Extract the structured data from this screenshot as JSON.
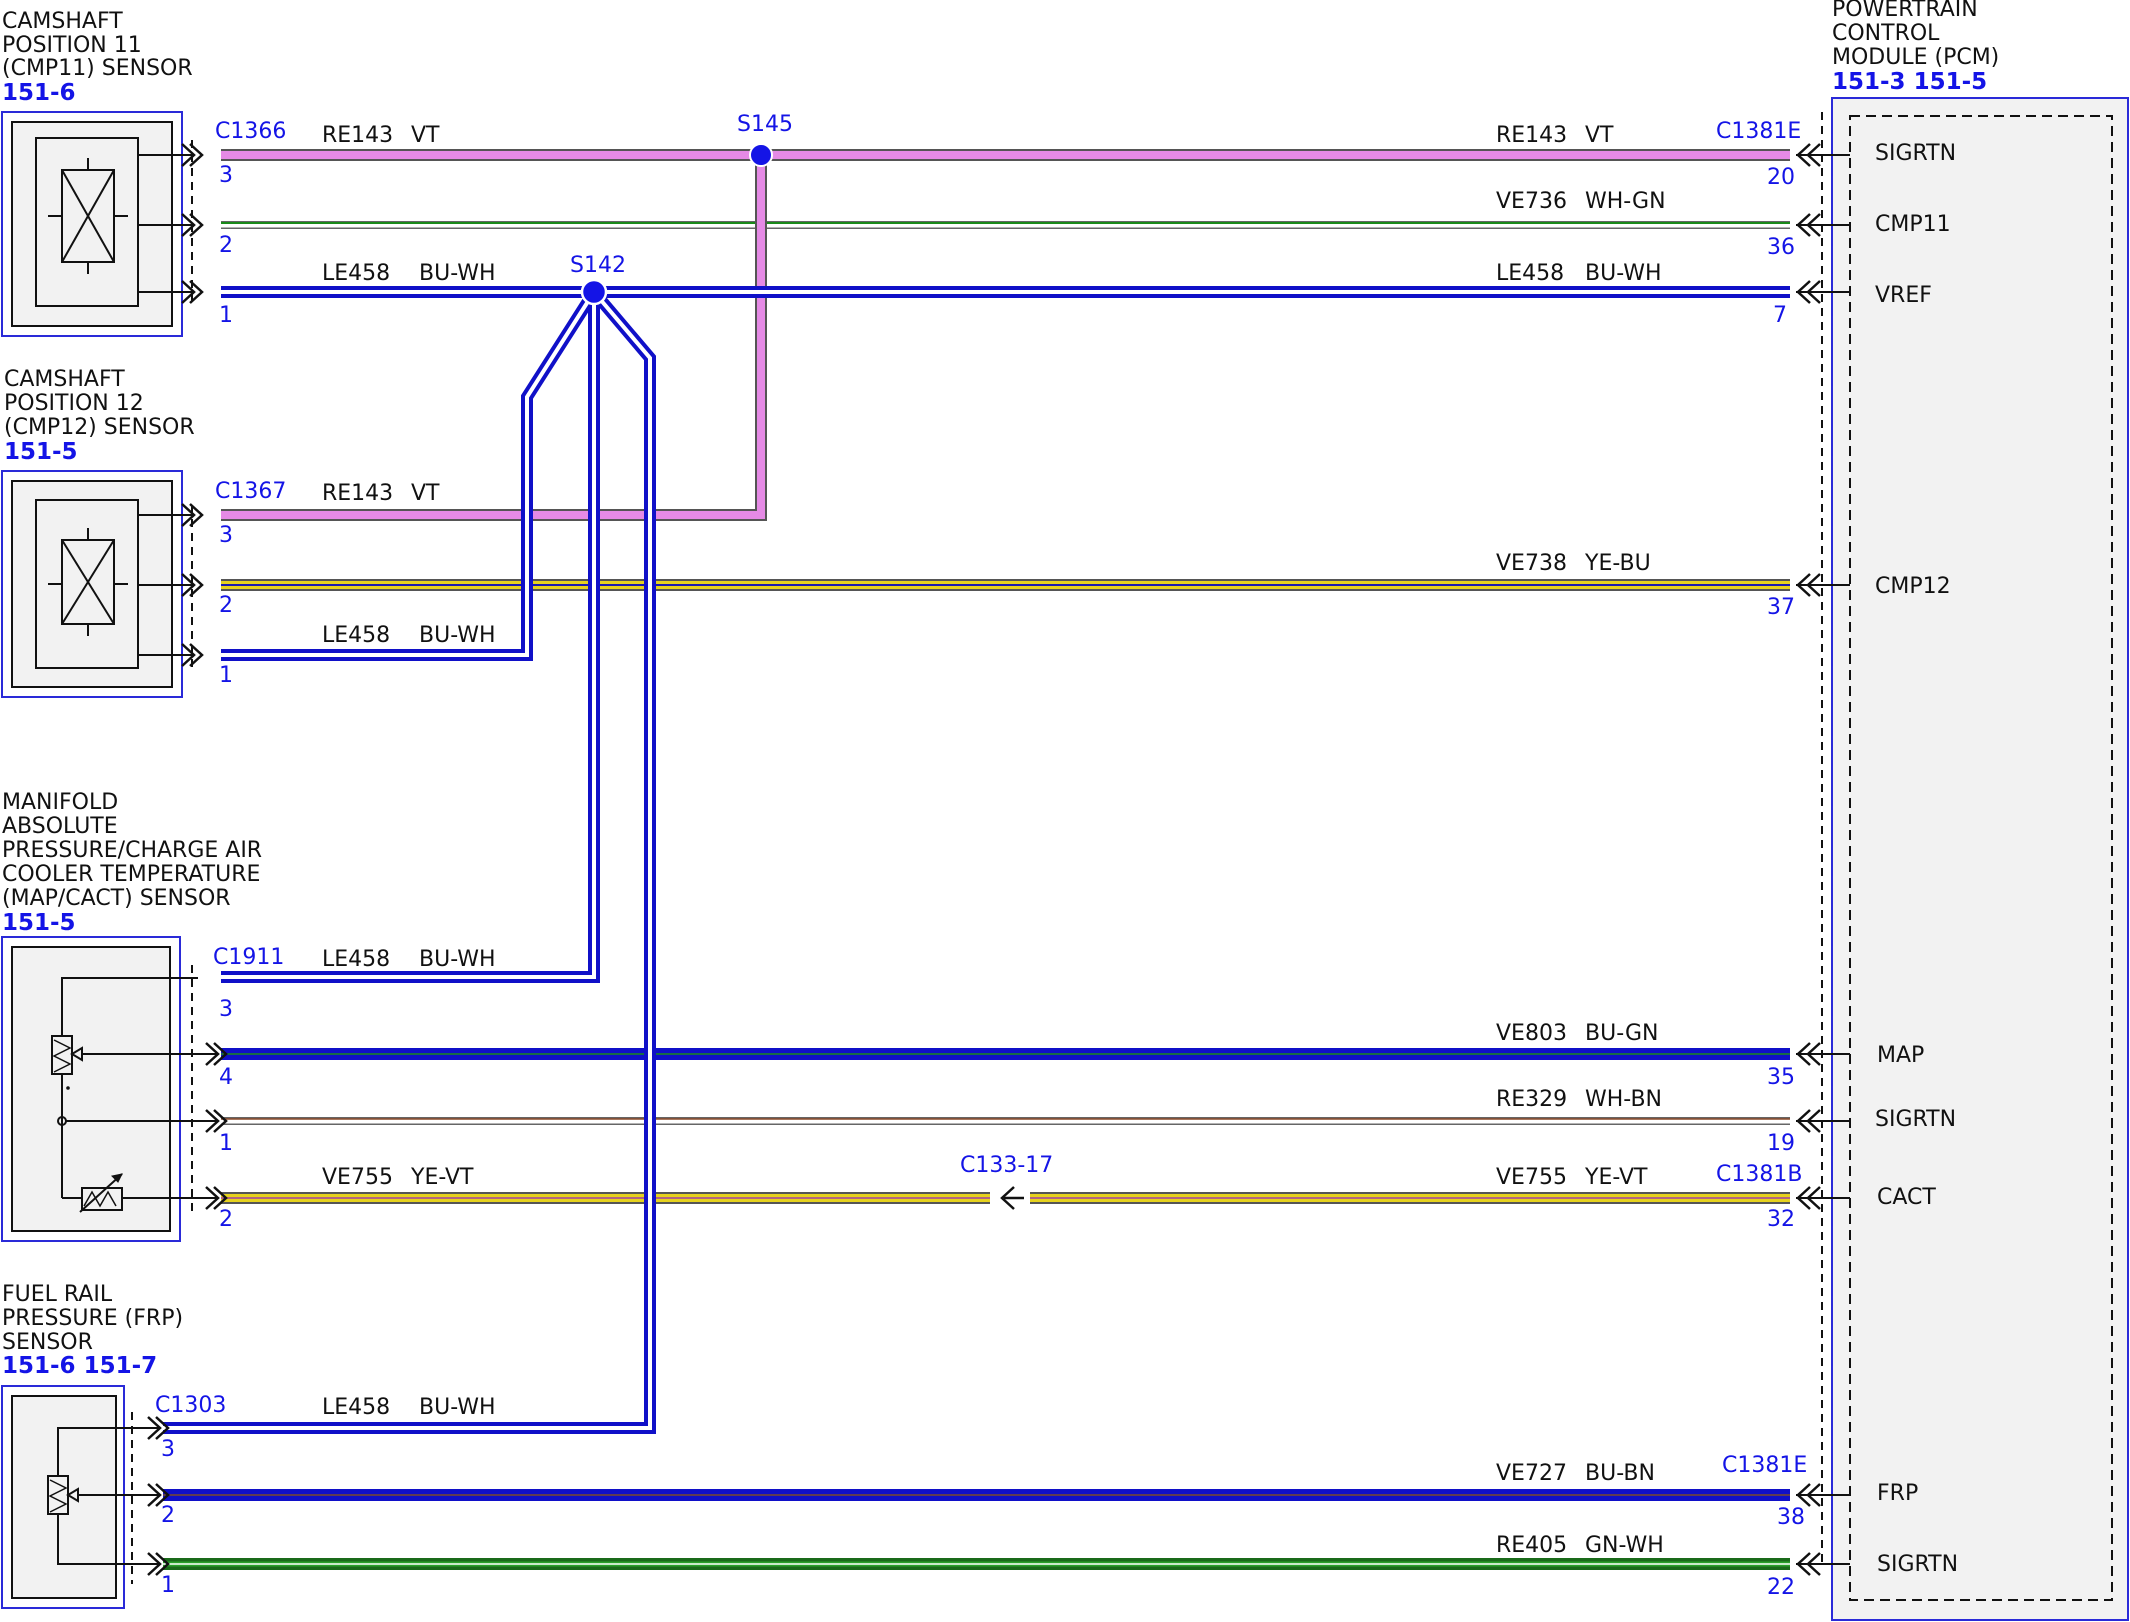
{
  "colors": {
    "connector_blue": "#1414e6",
    "wire_vt": "#e58ae5",
    "wire_bu": "#1010c8",
    "wire_ye": "#e6d21e",
    "wire_gn": "#1a8a1a",
    "module_fill": "#f2f2f2"
  },
  "components": {
    "cmp11": {
      "title": [
        "CAMSHAFT",
        "POSITION 11",
        "(CMP11) SENSOR"
      ],
      "ref": "151-6",
      "connector": "C1366"
    },
    "cmp12": {
      "title": [
        "CAMSHAFT",
        "POSITION 12",
        "(CMP12) SENSOR"
      ],
      "ref": "151-5",
      "connector": "C1367"
    },
    "map": {
      "title": [
        "MANIFOLD",
        "ABSOLUTE",
        "PRESSURE/CHARGE AIR",
        "COOLER TEMPERATURE",
        "(MAP/CACT) SENSOR"
      ],
      "ref": "151-5",
      "connector": "C1911"
    },
    "frp": {
      "title": [
        "FUEL RAIL",
        "PRESSURE (FRP)",
        "SENSOR"
      ],
      "ref": "151-6 151-7",
      "connector": "C1303"
    },
    "pcm": {
      "title": [
        "POWERTRAIN",
        "CONTROL",
        "MODULE (PCM)"
      ],
      "ref": "151-3 151-5",
      "connector_top": "C1381E",
      "connector_cact": "C1381B",
      "connector_bottom": "C1381E"
    }
  },
  "splices": {
    "s145": "S145",
    "s142": "S142"
  },
  "inline_connector": "C133-17",
  "wires": {
    "w1": {
      "left_label": "RE143",
      "left_color": "VT",
      "right_label": "RE143",
      "right_color": "VT",
      "pin_left": "3",
      "pin_right": "20",
      "pcm_signal": "SIGRTN"
    },
    "w2": {
      "right_label": "VE736",
      "right_color": "WH-GN",
      "pin_left": "2",
      "pin_right": "36",
      "pcm_signal": "CMP11"
    },
    "w3": {
      "left_label": "LE458",
      "left_color": "BU-WH",
      "right_label": "LE458",
      "right_color": "BU-WH",
      "pin_left": "1",
      "pin_right": "7",
      "pcm_signal": "VREF"
    },
    "w4": {
      "left_label": "RE143",
      "left_color": "VT",
      "pin_left": "3"
    },
    "w5": {
      "right_label": "VE738",
      "right_color": "YE-BU",
      "pin_left": "2",
      "pin_right": "37",
      "pcm_signal": "CMP12"
    },
    "w6": {
      "left_label": "LE458",
      "left_color": "BU-WH",
      "pin_left": "1"
    },
    "w7": {
      "left_label": "LE458",
      "left_color": "BU-WH",
      "pin_left": "3"
    },
    "w8": {
      "right_label": "VE803",
      "right_color": "BU-GN",
      "pin_left": "4",
      "pin_right": "35",
      "pcm_signal": "MAP"
    },
    "w9": {
      "right_label": "RE329",
      "right_color": "WH-BN",
      "pin_left": "1",
      "pin_right": "19",
      "pcm_signal": "SIGRTN"
    },
    "w10": {
      "left_label": "VE755",
      "left_color": "YE-VT",
      "right_label": "VE755",
      "right_color": "YE-VT",
      "pin_left": "2",
      "pin_right": "32",
      "pcm_signal": "CACT"
    },
    "w11": {
      "left_label": "LE458",
      "left_color": "BU-WH",
      "pin_left": "3"
    },
    "w12": {
      "right_label": "VE727",
      "right_color": "BU-BN",
      "pin_left": "2",
      "pin_right": "38",
      "pcm_signal": "FRP"
    },
    "w13": {
      "right_label": "RE405",
      "right_color": "GN-WH",
      "pin_left": "1",
      "pin_right": "22",
      "pcm_signal": "SIGRTN"
    }
  }
}
